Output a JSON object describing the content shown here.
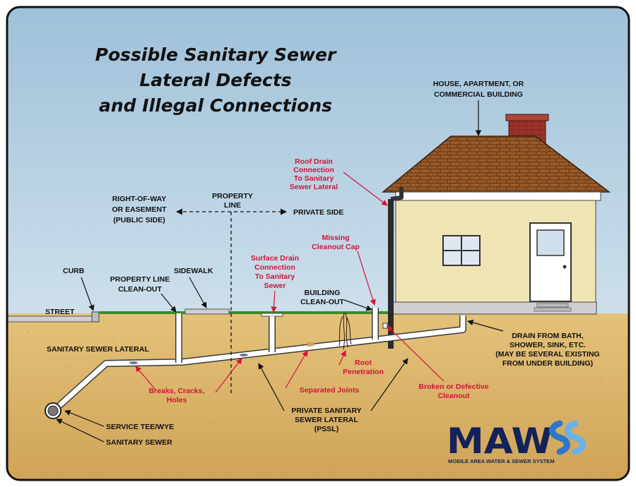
{
  "title": {
    "line1": "Possible Sanitary Sewer",
    "line2": "Lateral Defects",
    "line3": "and Illegal Connections"
  },
  "building_label": {
    "line1": "HOUSE, APARTMENT, OR",
    "line2": "COMMERCIAL BUILDING"
  },
  "labels": {
    "right_of_way": [
      "RIGHT-OF-WAY",
      "OR EASEMENT",
      "(PUBLIC SIDE)"
    ],
    "property_line": [
      "PROPERTY",
      "LINE"
    ],
    "private_side": "PRIVATE SIDE",
    "curb": "CURB",
    "street": "STREET",
    "property_line_cleanout": [
      "PROPERTY LINE",
      "CLEAN-OUT"
    ],
    "sidewalk": "SIDEWALK",
    "building_cleanout": [
      "BUILDING",
      "CLEAN-OUT"
    ],
    "sanitary_sewer_lateral": "SANITARY SEWER LATERAL",
    "drain_from_bath": [
      "DRAIN FROM BATH,",
      "SHOWER, SINK, ETC.",
      "(MAY BE SEVERAL EXISTING",
      "FROM UNDER BUILDING)"
    ],
    "pssl": [
      "PRIVATE SANITARY",
      "SEWER LATERAL",
      "(PSSL)"
    ],
    "service_tee": "SERVICE TEE/WYE",
    "sanitary_sewer": "SANITARY SEWER"
  },
  "defects": {
    "roof_drain": [
      "Roof Drain",
      "Connection",
      "To Sanitary",
      "Sewer Lateral"
    ],
    "missing_cap": [
      "Missing",
      "Cleanout Cap"
    ],
    "surface_drain": [
      "Surface Drain",
      "Connection",
      "To Sanitary",
      "Sewer"
    ],
    "root_penetration": [
      "Root",
      "Penetration"
    ],
    "separated_joints": "Separated Joints",
    "breaks": [
      "Breaks, Cracks,",
      "Holes"
    ],
    "broken_cleanout": [
      "Broken or Defective",
      "Cleanout"
    ]
  },
  "logo": {
    "text": "MAW",
    "tagline": "MOBILE AREA WATER & SEWER SYSTEM"
  },
  "colors": {
    "sky_top": "#9fc1d9",
    "sky_bottom": "#e6f0f4",
    "soil": "#dcb468",
    "roof": "#9a5a28",
    "chimney": "#a8382e",
    "wall": "#efe4b4",
    "defect_red": "#d2123a",
    "logo_blue": "#14225a"
  }
}
